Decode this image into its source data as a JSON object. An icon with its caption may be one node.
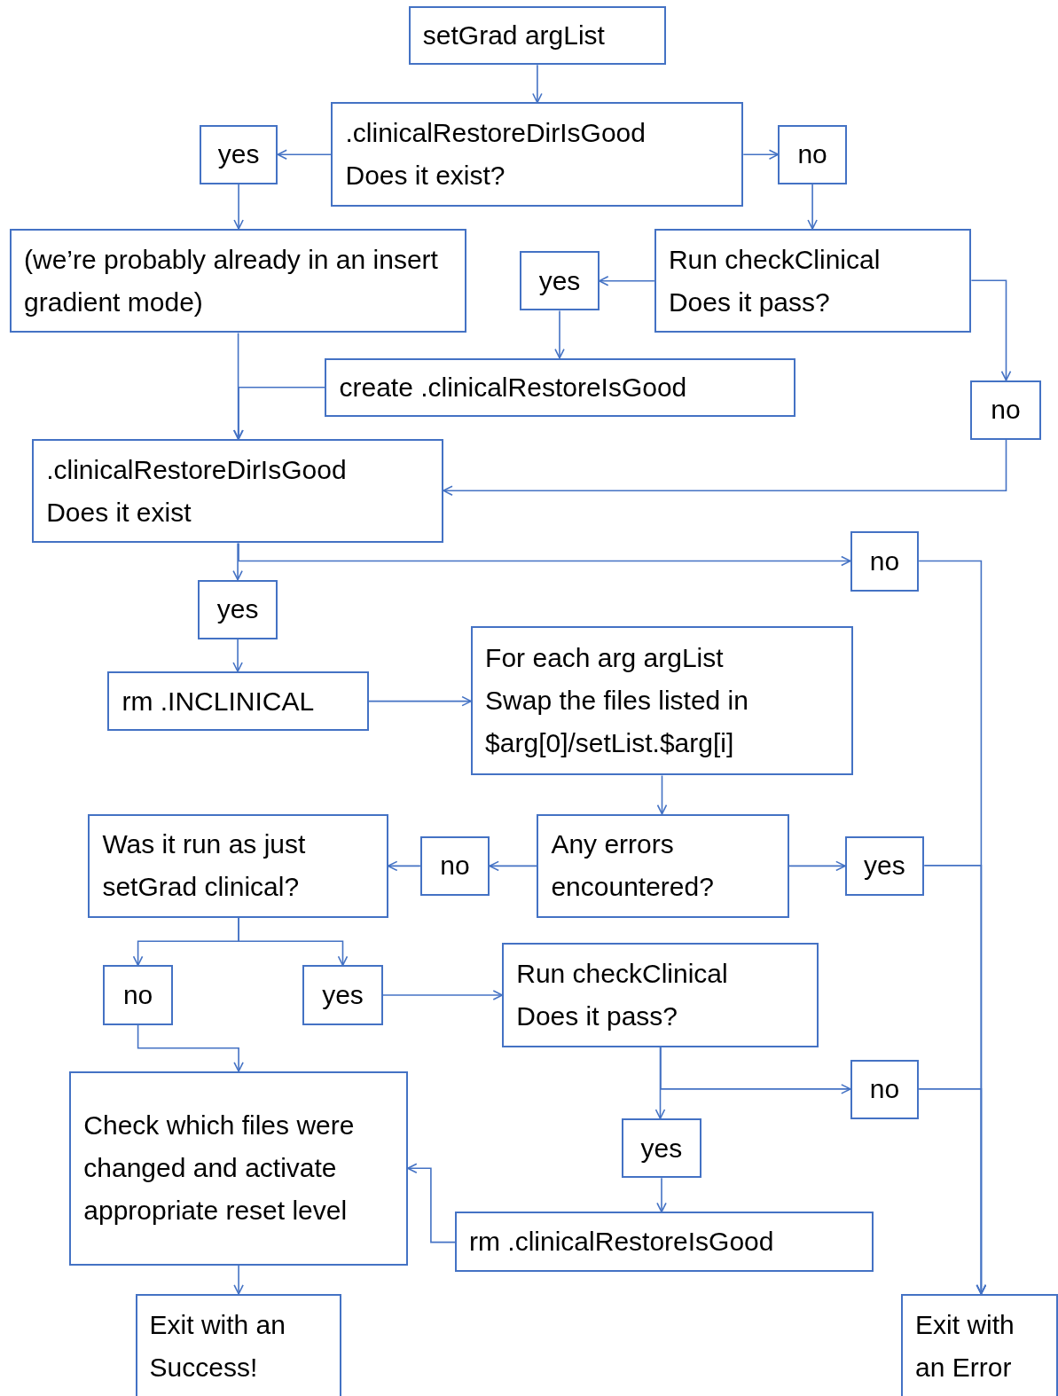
{
  "diagram": {
    "nodes": [
      {
        "text": [
          "setGrad argList"
        ]
      },
      {
        "text": [
          ".clinicalRestoreDirIsGood",
          "Does it exist?"
        ]
      },
      {
        "text": [
          "yes"
        ]
      },
      {
        "text": [
          "no"
        ]
      },
      {
        "text": [
          "(we’re probably already in an insert gradient mode)"
        ]
      },
      {
        "text": [
          "Run checkClinical",
          "Does it pass?"
        ]
      },
      {
        "text": [
          "yes"
        ]
      },
      {
        "text": [
          "create .clinicalRestoreIsGood"
        ]
      },
      {
        "text": [
          "no"
        ]
      },
      {
        "text": [
          ".clinicalRestoreDirIsGood",
          "Does it exist"
        ]
      },
      {
        "text": [
          "no"
        ]
      },
      {
        "text": [
          "yes"
        ]
      },
      {
        "text": [
          "rm .INCLINICAL"
        ]
      },
      {
        "text": [
          "For each arg argList",
          "Swap the files listed in $arg[0]/setList.$arg[i]"
        ]
      },
      {
        "text": [
          "Was it run as just setGrad clinical?"
        ]
      },
      {
        "text": [
          "no"
        ]
      },
      {
        "text": [
          "Any errors encountered?"
        ]
      },
      {
        "text": [
          "yes"
        ]
      },
      {
        "text": [
          "no"
        ]
      },
      {
        "text": [
          "yes"
        ]
      },
      {
        "text": [
          "Run checkClinical",
          "Does it pass?"
        ]
      },
      {
        "text": [
          "no"
        ]
      },
      {
        "text": [
          "Check which files were changed and activate appropriate reset level"
        ]
      },
      {
        "text": [
          "yes"
        ]
      },
      {
        "text": [
          "rm .clinicalRestoreIsGood"
        ]
      },
      {
        "text": [
          "Exit with an Success!"
        ]
      },
      {
        "text": [
          "Exit with an Error"
        ]
      }
    ],
    "edges": [
      {
        "from": 0,
        "to": 1,
        "arrow": "to"
      },
      {
        "from": 1,
        "to": 2,
        "arrow": "to"
      },
      {
        "from": 1,
        "to": 3,
        "arrow": "to"
      },
      {
        "from": 2,
        "to": 4,
        "arrow": "to"
      },
      {
        "from": 3,
        "to": 5,
        "arrow": "to"
      },
      {
        "from": 5,
        "to": 6,
        "arrow": "to"
      },
      {
        "from": 5,
        "to": 8,
        "arrow": "to"
      },
      {
        "from": 6,
        "to": 7,
        "arrow": "to"
      },
      {
        "from": 4,
        "to": 9,
        "arrow": "to"
      },
      {
        "from": 7,
        "to": 9,
        "arrow": "to"
      },
      {
        "from": 8,
        "to": 9,
        "arrow": "to"
      },
      {
        "from": 9,
        "to": 11,
        "arrow": "to"
      },
      {
        "from": 9,
        "to": 10,
        "arrow": "to"
      },
      {
        "from": 11,
        "to": 12,
        "arrow": "to"
      },
      {
        "from": 12,
        "to": 13,
        "arrow": "to"
      },
      {
        "from": 13,
        "to": 16,
        "arrow": "to"
      },
      {
        "from": 16,
        "to": 15,
        "arrow": "to"
      },
      {
        "from": 15,
        "to": 14,
        "arrow": "to"
      },
      {
        "from": 16,
        "to": 17,
        "arrow": "to"
      },
      {
        "from": 14,
        "to": 18,
        "arrow": "to"
      },
      {
        "from": 14,
        "to": 19,
        "arrow": "to"
      },
      {
        "from": 19,
        "to": 20,
        "arrow": "to"
      },
      {
        "from": 18,
        "to": 22,
        "arrow": "to"
      },
      {
        "from": 20,
        "to": 21,
        "arrow": "to"
      },
      {
        "from": 20,
        "to": 23,
        "arrow": "to"
      },
      {
        "from": 23,
        "to": 24,
        "arrow": "to"
      },
      {
        "from": 24,
        "to": 22,
        "arrow": "to"
      },
      {
        "from": 22,
        "to": 25,
        "arrow": "to"
      },
      {
        "from": 10,
        "to": 26,
        "arrow": "to"
      },
      {
        "from": 17,
        "to": 26,
        "arrow": "to"
      },
      {
        "from": 21,
        "to": 26,
        "arrow": "to"
      }
    ]
  }
}
